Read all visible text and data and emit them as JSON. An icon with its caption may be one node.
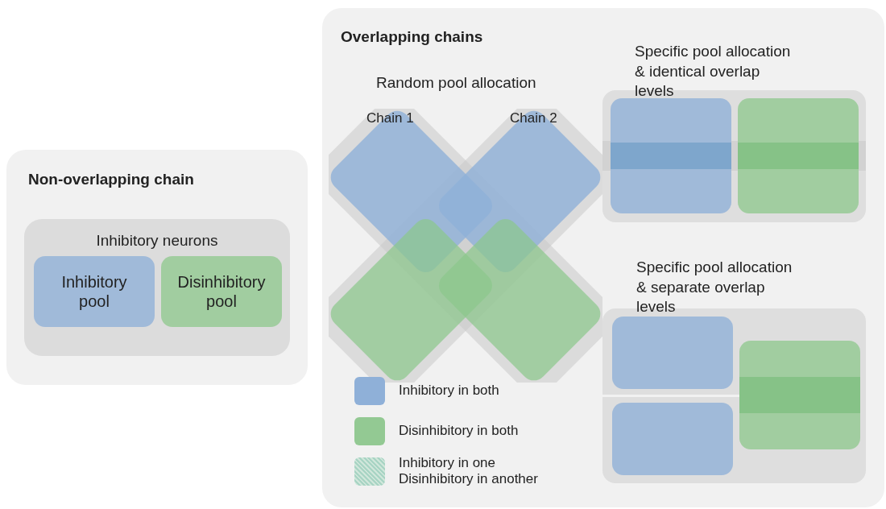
{
  "diagram": {
    "nodes": [
      {
        "text": [
          "Non-overlapping chain"
        ]
      },
      {
        "text": [
          "Inhibitory neurons"
        ],
        "in": 0
      },
      {
        "text": [
          "Inhibitory pool"
        ],
        "in": 1
      },
      {
        "text": [
          "Disinhibitory pool"
        ],
        "in": 1
      },
      {
        "text": [
          "Overlapping chains"
        ]
      },
      {
        "text": [
          "Specific pool allocation & identical overlap levels"
        ],
        "in": 4
      },
      {
        "text": [],
        "shape": "box",
        "in": 5
      },
      {
        "text": [],
        "shape": "box",
        "in": 5
      },
      {
        "text": [
          "Specific pool allocation & separate overlap levels"
        ],
        "in": 4
      },
      {
        "text": [],
        "shape": "box",
        "in": 8
      },
      {
        "text": [],
        "shape": "box",
        "in": 8
      },
      {
        "text": [],
        "shape": "box",
        "in": 8
      }
    ],
    "labels": [
      "Random pool allocation",
      "Chain 1",
      "Chain 2"
    ],
    "legend": [
      {
        "text": "Inhibitory in both",
        "color": "#8fb0d8"
      },
      {
        "text": "Disinhibitory in both",
        "color": "#93c993"
      },
      {
        "text": "Inhibitory in one Disinhibitory in another"
      }
    ]
  }
}
